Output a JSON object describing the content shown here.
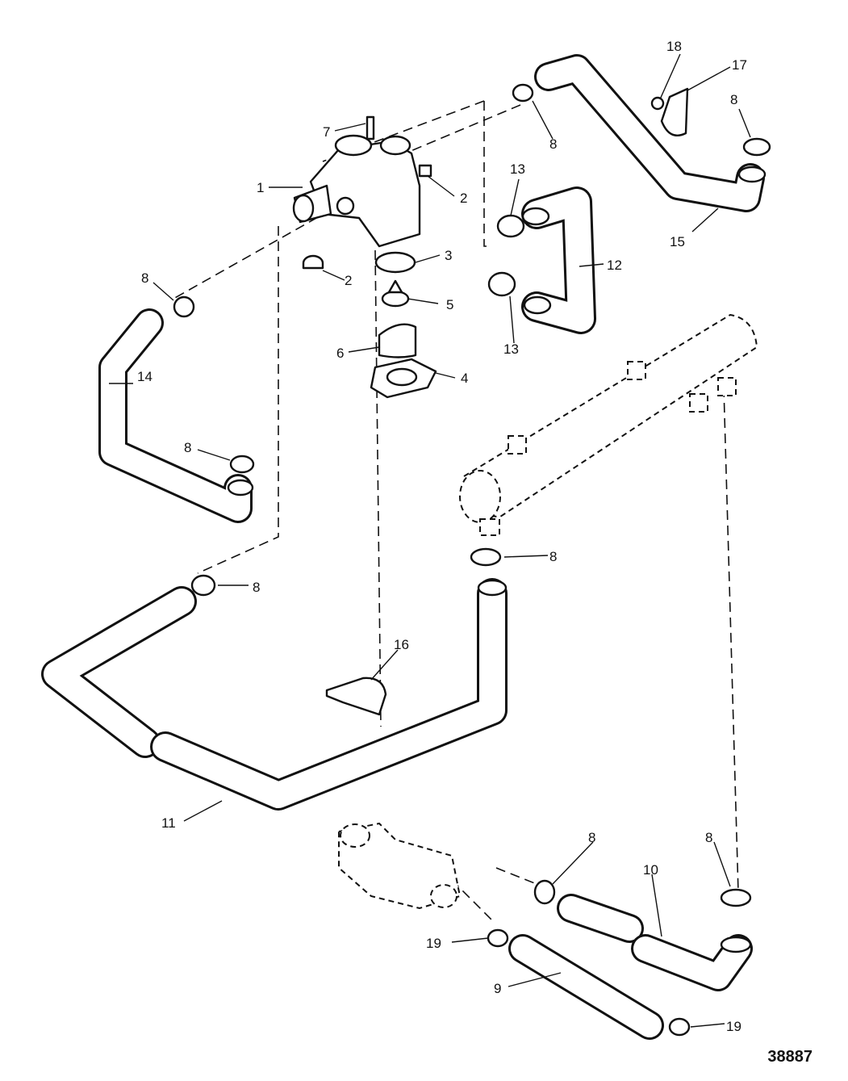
{
  "drawing_number": "38887",
  "callouts": [
    "1",
    "2",
    "2",
    "3",
    "4",
    "5",
    "6",
    "7",
    "8",
    "8",
    "8",
    "8",
    "8",
    "8",
    "8",
    "8",
    "9",
    "10",
    "11",
    "12",
    "13",
    "13",
    "14",
    "15",
    "16",
    "17",
    "18",
    "19",
    "19"
  ]
}
